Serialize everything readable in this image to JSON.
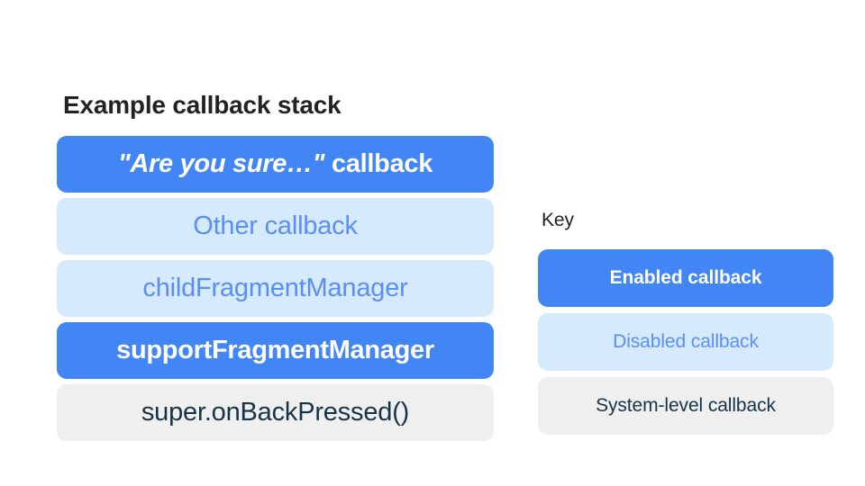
{
  "stack": {
    "title": "Example callback stack",
    "items": [
      {
        "label": "\"Are you sure…\" callback",
        "quoted_part": "\"Are you sure…\"",
        "plain_part": " callback",
        "state": "enabled"
      },
      {
        "label": "Other callback",
        "state": "disabled"
      },
      {
        "label": "childFragmentManager",
        "state": "disabled"
      },
      {
        "label": "supportFragmentManager",
        "state": "enabled"
      },
      {
        "label": "super.onBackPressed()",
        "state": "system"
      }
    ]
  },
  "key": {
    "title": "Key",
    "items": [
      {
        "label": "Enabled callback",
        "state": "enabled"
      },
      {
        "label": "Disabled callback",
        "state": "disabled"
      },
      {
        "label": "System-level callback",
        "state": "system"
      }
    ]
  },
  "colors": {
    "enabled_fill": "#4285f4",
    "enabled_text": "#ffffff",
    "disabled_fill": "#d6eafd",
    "disabled_text": "#5b8ef5",
    "system_fill": "#efefef",
    "system_text": "#173444",
    "title_text": "#1f2326",
    "background": "#ffffff"
  }
}
